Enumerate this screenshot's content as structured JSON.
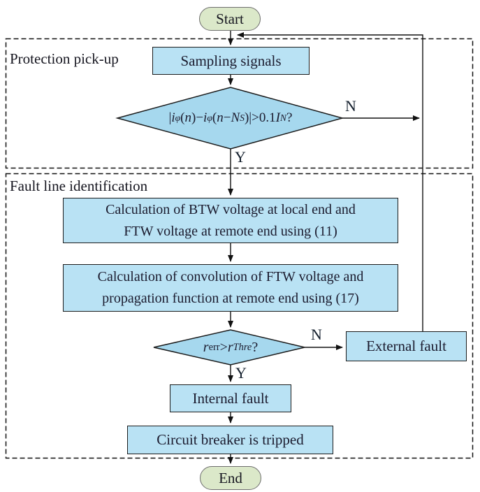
{
  "colors": {
    "process_fill": "#b9e2f4",
    "decision_fill": "#a6d8ee",
    "terminal_fill": "#dbe8c9",
    "node_border": "#1c1c1c",
    "terminal_border": "#6e6e6e",
    "line_color": "#111111",
    "text_color": "#1b1b2e"
  },
  "flow": {
    "start": "Start",
    "end": "End",
    "sections": [
      {
        "label": "Protection pick-up"
      },
      {
        "label": "Fault line identification"
      }
    ],
    "process": {
      "sampling": "Sampling signals",
      "btw_lines": [
        "Calculation of BTW voltage at local end and",
        "FTW voltage at remote end using (11)"
      ],
      "conv_lines": [
        "Calculation of convolution of FTW voltage and",
        "propagation function at remote end using (17)"
      ],
      "external": "External fault",
      "internal": "Internal fault",
      "breaker": "Circuit breaker is tripped"
    },
    "decisions": {
      "pickup": {
        "formula": [
          {
            "t": "|"
          },
          {
            "t": "i",
            "s": "it"
          },
          {
            "t": "φ",
            "s": "sub it"
          },
          {
            "t": "("
          },
          {
            "t": "n",
            "s": "it"
          },
          {
            "t": ")−"
          },
          {
            "t": "i",
            "s": "it"
          },
          {
            "t": "φ",
            "s": "sub it"
          },
          {
            "t": "("
          },
          {
            "t": "n",
            "s": "it"
          },
          {
            "t": "−"
          },
          {
            "t": "N",
            "s": "it"
          },
          {
            "t": "S",
            "s": "sub it"
          },
          {
            "t": ")|>0.1"
          },
          {
            "t": "I",
            "s": "it"
          },
          {
            "t": "N",
            "s": "sub it"
          },
          {
            "t": "?"
          }
        ],
        "no_label": "N",
        "yes_label": "Y"
      },
      "ratio": {
        "formula": [
          {
            "t": "r",
            "s": "it"
          },
          {
            "t": "err",
            "s": "sub"
          },
          {
            "t": ">"
          },
          {
            "t": "r",
            "s": "it"
          },
          {
            "t": "Thre",
            "s": "sub it"
          },
          {
            "t": "?"
          }
        ],
        "no_label": "N",
        "yes_label": "Y"
      }
    }
  }
}
